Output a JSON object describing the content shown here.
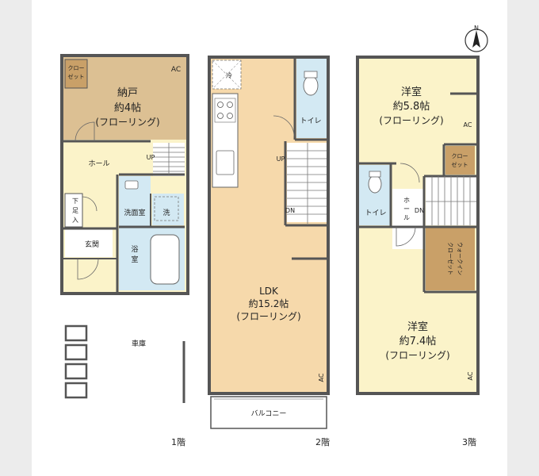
{
  "compass": {
    "label": "N"
  },
  "floor1": {
    "label": "1階",
    "nando": {
      "name": "納戸",
      "size": "約4帖",
      "floor": "(フローリング)"
    },
    "closet": {
      "line1": "クロー",
      "line2": "ゼット"
    },
    "ac": "AC",
    "hall": "ホール",
    "up": "UP",
    "senmen": "洗面室",
    "sentaku": "洗",
    "yokushitsu": {
      "line1": "浴",
      "line2": "室"
    },
    "geta": {
      "line1": "下",
      "line2": "足",
      "line3": "入"
    },
    "genkan": "玄関",
    "garage": "車庫"
  },
  "floor2": {
    "label": "2階",
    "fridge": "冷",
    "toilet": "トイレ",
    "up": "UP",
    "dn": "DN",
    "ldk": {
      "name": "LDK",
      "size": "約15.2帖",
      "floor": "(フローリング)"
    },
    "ac": "AC",
    "balcony": "バルコニー"
  },
  "floor3": {
    "label": "3階",
    "room1": {
      "name": "洋室",
      "size": "約5.8帖",
      "floor": "(フローリング)"
    },
    "ac1": "AC",
    "closet": {
      "line1": "クロー",
      "line2": "ゼット"
    },
    "toilet": "トイレ",
    "hall": {
      "line1": "ホ",
      "line2": "ー",
      "line3": "ル"
    },
    "dn": "DN",
    "wic": {
      "line1": "ウォークイン",
      "line2": "クローゼット"
    },
    "room2": {
      "name": "洋室",
      "size": "約7.4帖",
      "floor": "(フローリング)"
    },
    "ac2": "AC"
  },
  "colors": {
    "wall": "#555555",
    "floor": "#fbf3c9",
    "ldk": "#f6d9ab",
    "nando": "#dcc093",
    "wet": "#d3e9f3",
    "closet": "#c9a068",
    "white": "#ffffff"
  }
}
